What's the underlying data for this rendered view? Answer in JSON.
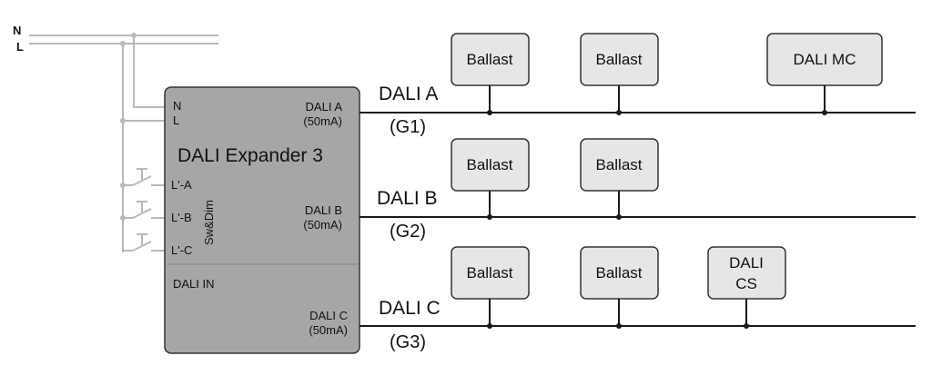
{
  "mains": {
    "n_label": "N",
    "l_label": "L"
  },
  "expander": {
    "title": "DALI Expander 3",
    "terminals": {
      "n": "N",
      "l": "L",
      "la": "L'-A",
      "lb": "L'-B",
      "lc": "L'-C",
      "swdim": "Sw&Dim",
      "dali_in": "DALI IN",
      "dali_a": "DALI A",
      "dali_a_current": "(50mA)",
      "dali_b": "DALI B",
      "dali_b_current": "(50mA)",
      "dali_c": "DALI C",
      "dali_c_current": "(50mA)"
    }
  },
  "buses": [
    {
      "label": "DALI A",
      "group": "(G1)",
      "devices": [
        "Ballast",
        "Ballast",
        "DALI MC"
      ]
    },
    {
      "label": "DALI B",
      "group": "(G2)",
      "devices": [
        "Ballast",
        "Ballast"
      ]
    },
    {
      "label": "DALI C",
      "group": "(G3)",
      "devices": [
        "Ballast",
        "Ballast",
        "DALI",
        "CS"
      ]
    }
  ],
  "colors": {
    "expander_fill": "#a6a6a6",
    "device_fill": "#e6e6e6",
    "mains_wire": "#b9b9b9",
    "bus_wire": "#1a1a1a"
  }
}
